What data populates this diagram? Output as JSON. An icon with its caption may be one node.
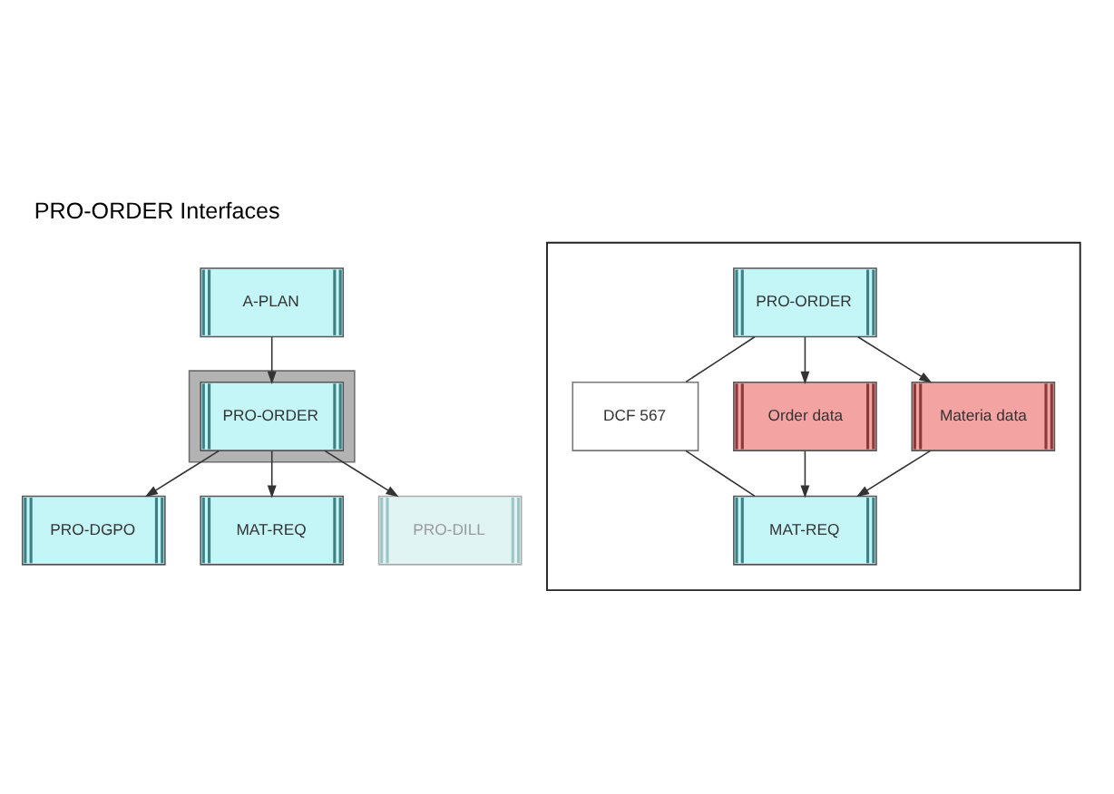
{
  "diagram": {
    "title": "PRO-ORDER Interfaces",
    "nodes": [
      {
        "text": [
          "A-PLAN"
        ]
      },
      {
        "text": [],
        "shape": "box"
      },
      {
        "text": [
          "PRO-ORDER"
        ],
        "in": 1
      },
      {
        "text": [
          "PRO-DGPO"
        ]
      },
      {
        "text": [
          "MAT-REQ"
        ]
      },
      {
        "text": [
          "PRO-DILL"
        ]
      },
      {
        "text": [],
        "shape": "box"
      },
      {
        "text": [
          "PRO-ORDER"
        ],
        "in": 6
      },
      {
        "text": [
          "DCF 567"
        ],
        "in": 6
      },
      {
        "text": [
          "Order data"
        ],
        "in": 6
      },
      {
        "text": [
          "Materia data"
        ],
        "in": 6
      },
      {
        "text": [
          "MAT-REQ"
        ],
        "in": 6
      }
    ],
    "edges": [
      {
        "from": 0,
        "to": 2,
        "arrow": "to"
      },
      {
        "from": 2,
        "to": 3,
        "arrow": "to"
      },
      {
        "from": 2,
        "to": 4,
        "arrow": "to"
      },
      {
        "from": 2,
        "to": 5,
        "arrow": "to"
      },
      {
        "from": 7,
        "to": 8,
        "arrow": "none"
      },
      {
        "from": 7,
        "to": 9,
        "arrow": "to"
      },
      {
        "from": 7,
        "to": 10,
        "arrow": "to"
      },
      {
        "from": 8,
        "to": 11,
        "arrow": "none"
      },
      {
        "from": 9,
        "to": 11,
        "arrow": "to"
      },
      {
        "from": 10,
        "to": 11,
        "arrow": "to"
      }
    ]
  }
}
